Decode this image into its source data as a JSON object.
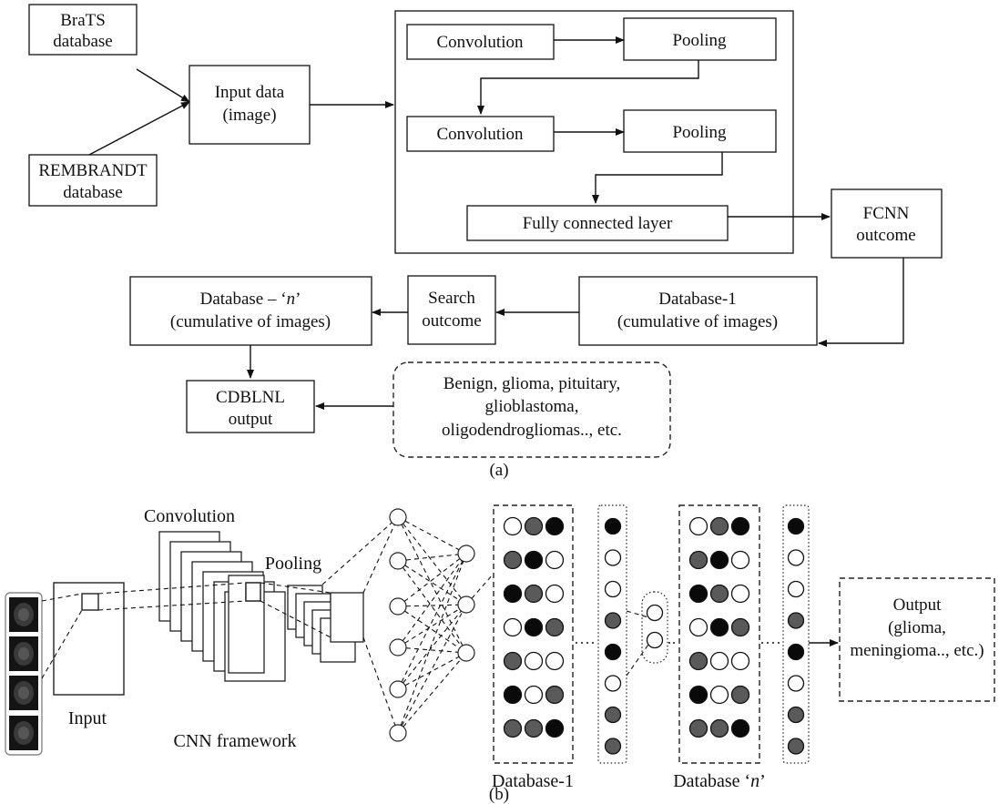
{
  "panel_a": {
    "caption": "(a)",
    "brats_db": [
      "BraTS",
      "database"
    ],
    "rembrandt_db": [
      "REMBRANDT",
      "database"
    ],
    "input_data": [
      "Input data",
      "(image)"
    ],
    "conv1": "Convolution",
    "pool1": "Pooling",
    "conv2": "Convolution",
    "pool2": "Pooling",
    "fc_layer": "Fully connected layer",
    "fcnn_outcome": [
      "FCNN",
      "outcome"
    ],
    "database1": [
      "Database-1",
      "(cumulative of images)"
    ],
    "search_outcome": [
      "Search",
      "outcome"
    ],
    "database_n_prefix": "Database – ‘",
    "database_n_var": "n",
    "database_n_suffix": "’",
    "database_n_sub": "(cumulative of images)",
    "cdblnl": [
      "CDBLNL",
      "output"
    ],
    "classes": [
      "Benign, glioma, pituitary,",
      "glioblastoma,",
      "oligodendrogliomas.., etc."
    ]
  },
  "panel_b": {
    "caption": "(b)",
    "input_label": "Input",
    "convolution_label": "Convolution",
    "pooling_label": "Pooling",
    "cnn_label": "CNN framework",
    "db1_label": "Database-1",
    "dbn_prefix": "Database ‘",
    "dbn_var": "n",
    "dbn_suffix": "’",
    "output_label": [
      "Output",
      "(glioma,",
      "meningioma.., etc.)"
    ],
    "node_colors": {
      "white": "#ffffff",
      "gray": "#5a5a5a",
      "black": "#0a0a0a"
    },
    "db1_grid": [
      [
        "white",
        "gray",
        "black"
      ],
      [
        "gray",
        "black",
        "white"
      ],
      [
        "black",
        "gray",
        "white"
      ],
      [
        "white",
        "black",
        "gray"
      ],
      [
        "gray",
        "white",
        "white"
      ],
      [
        "black",
        "white",
        "gray"
      ],
      [
        "gray",
        "gray",
        "black"
      ]
    ],
    "col1": [
      "black",
      "white",
      "white",
      "gray",
      "black",
      "white",
      "gray",
      "gray"
    ],
    "small_col": [
      "white",
      "white"
    ],
    "dbn_grid": [
      [
        "white",
        "gray",
        "black"
      ],
      [
        "gray",
        "black",
        "white"
      ],
      [
        "black",
        "gray",
        "white"
      ],
      [
        "white",
        "black",
        "gray"
      ],
      [
        "gray",
        "white",
        "white"
      ],
      [
        "black",
        "white",
        "gray"
      ],
      [
        "gray",
        "gray",
        "black"
      ]
    ],
    "col2": [
      "black",
      "white",
      "white",
      "gray",
      "black",
      "white",
      "gray",
      "gray"
    ]
  }
}
